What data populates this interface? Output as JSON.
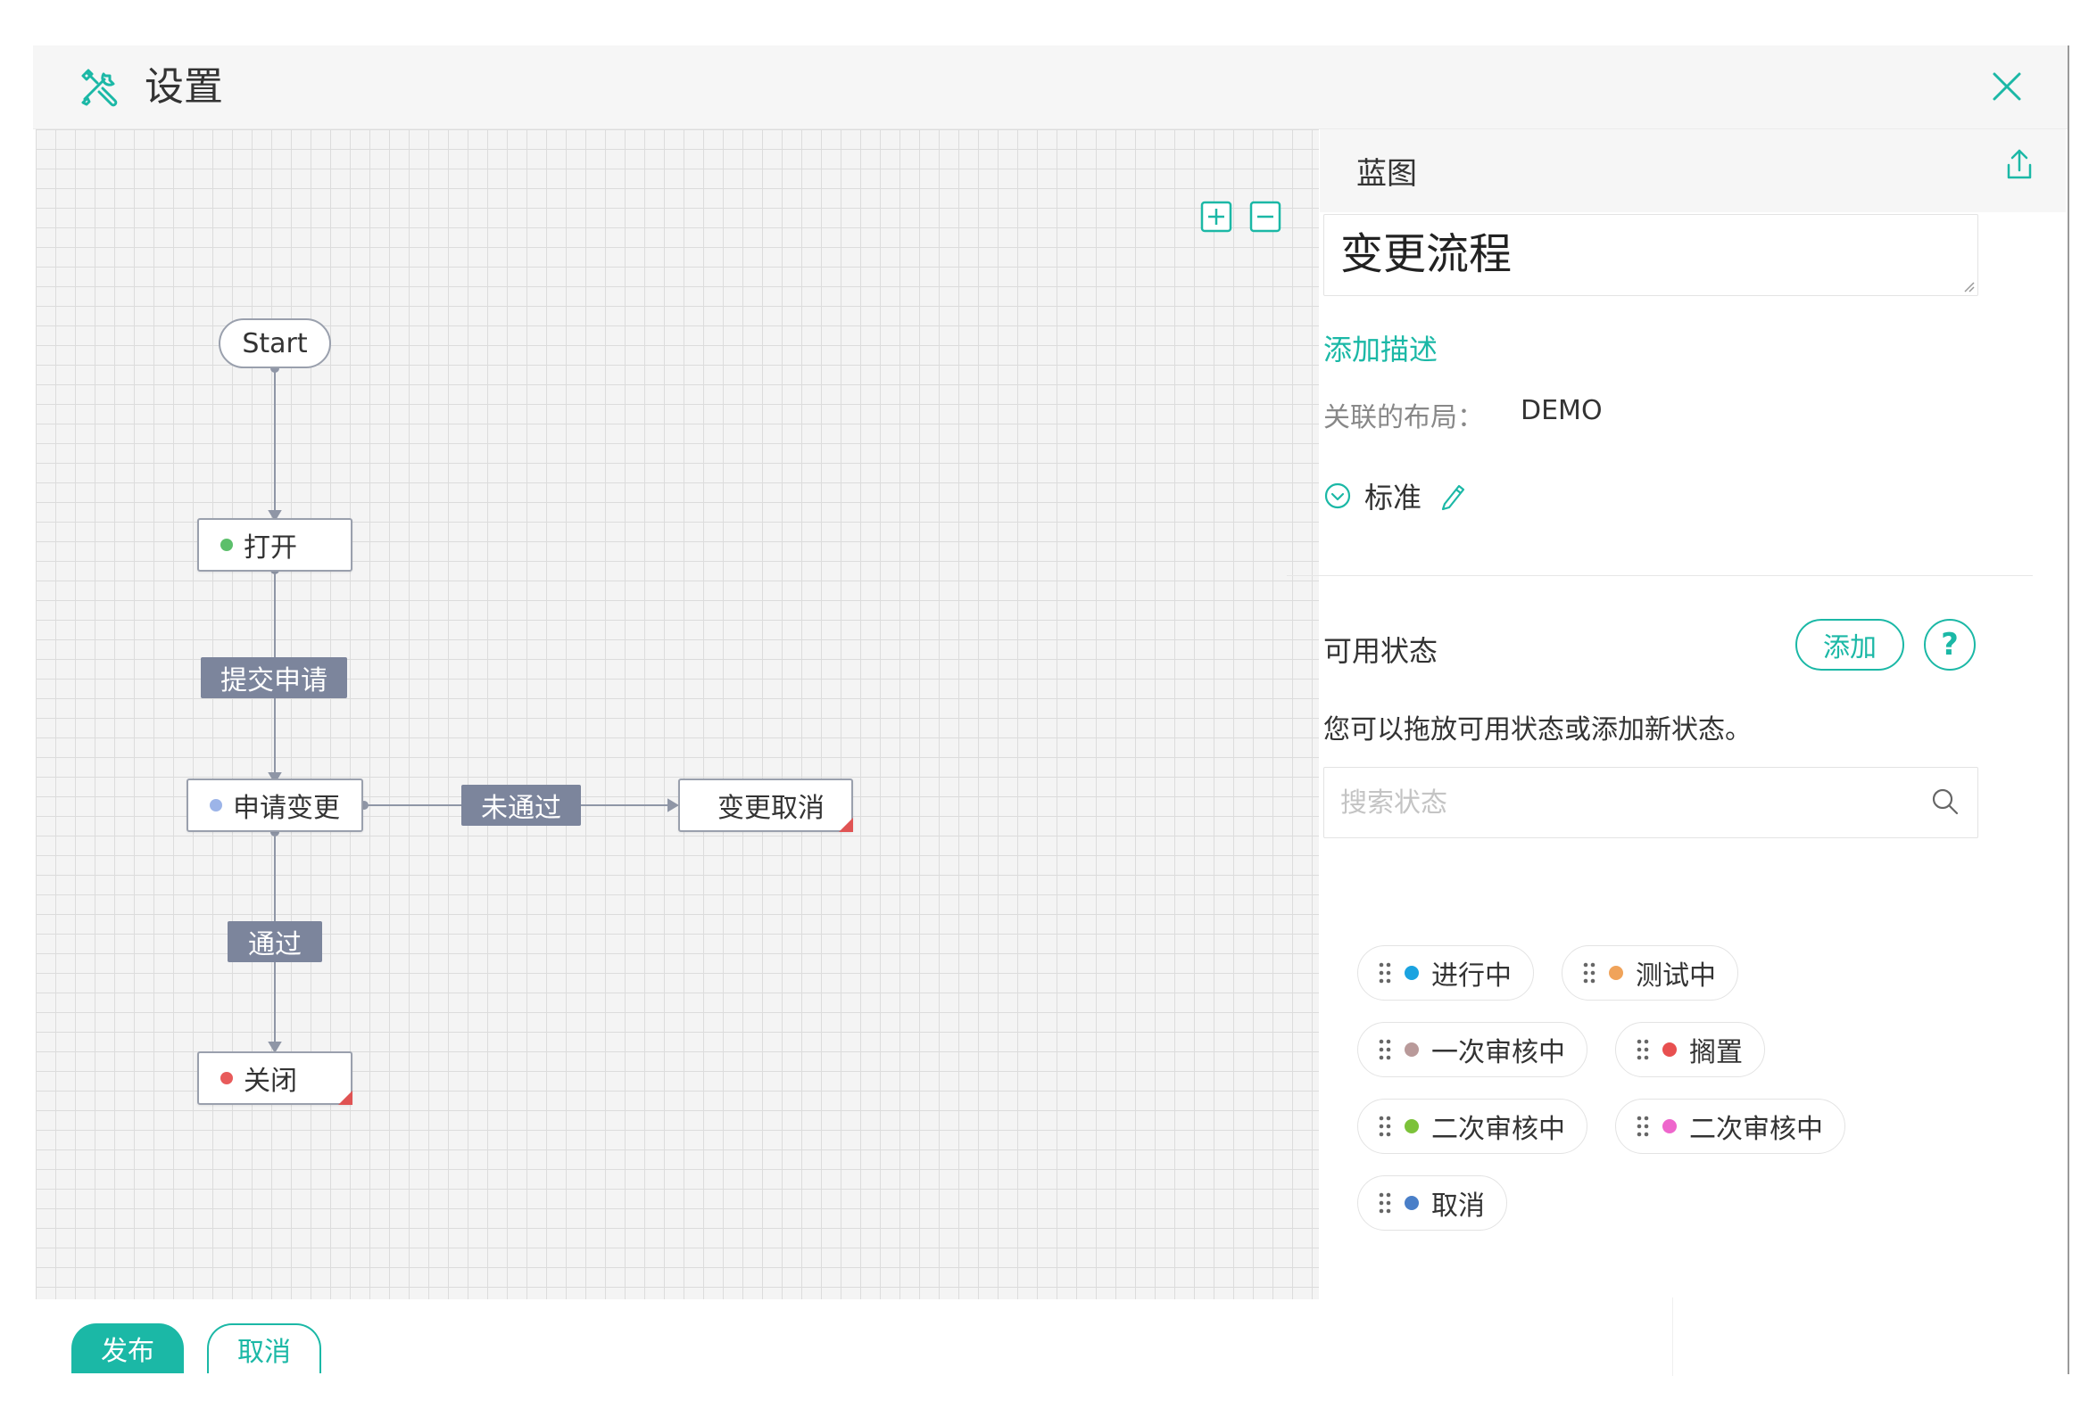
{
  "header": {
    "title": "设置",
    "icon": "tools-icon"
  },
  "flow": {
    "start_label": "Start",
    "nodes": {
      "open": {
        "label": "打开",
        "color": "#5cbf6b"
      },
      "request": {
        "label": "申请变更",
        "color": "#9cb4e8"
      },
      "cancel": {
        "label": "变更取消"
      },
      "close": {
        "label": "关闭",
        "color": "#e85b5b"
      }
    },
    "edges": {
      "submit": "提交申请",
      "reject": "未通过",
      "pass": "通过"
    }
  },
  "panel": {
    "title": "蓝图",
    "name_value": "变更流程",
    "add_description": "添加描述",
    "layout_label": "关联的布局：",
    "layout_value": "DEMO",
    "standard_label": "标准",
    "available_title": "可用状态",
    "add_button": "添加",
    "help_button": "?",
    "hint": "您可以拖放可用状态或添加新状态。",
    "search_placeholder": "搜索状态",
    "statuses": [
      {
        "label": "进行中",
        "color": "#1ba3e0"
      },
      {
        "label": "测试中",
        "color": "#f0a35a"
      },
      {
        "label": "一次审核中",
        "color": "#b99a9a"
      },
      {
        "label": "搁置",
        "color": "#e85050"
      },
      {
        "label": "二次审核中",
        "color": "#7cc23a"
      },
      {
        "label": "二次审核中",
        "color": "#ee66cc"
      },
      {
        "label": "取消",
        "color": "#4a7fc8"
      }
    ]
  },
  "footer": {
    "publish": "发布",
    "cancel": "取消"
  },
  "colors": {
    "accent": "#1bb8a6",
    "edge_label_bg": "#7c859c"
  }
}
